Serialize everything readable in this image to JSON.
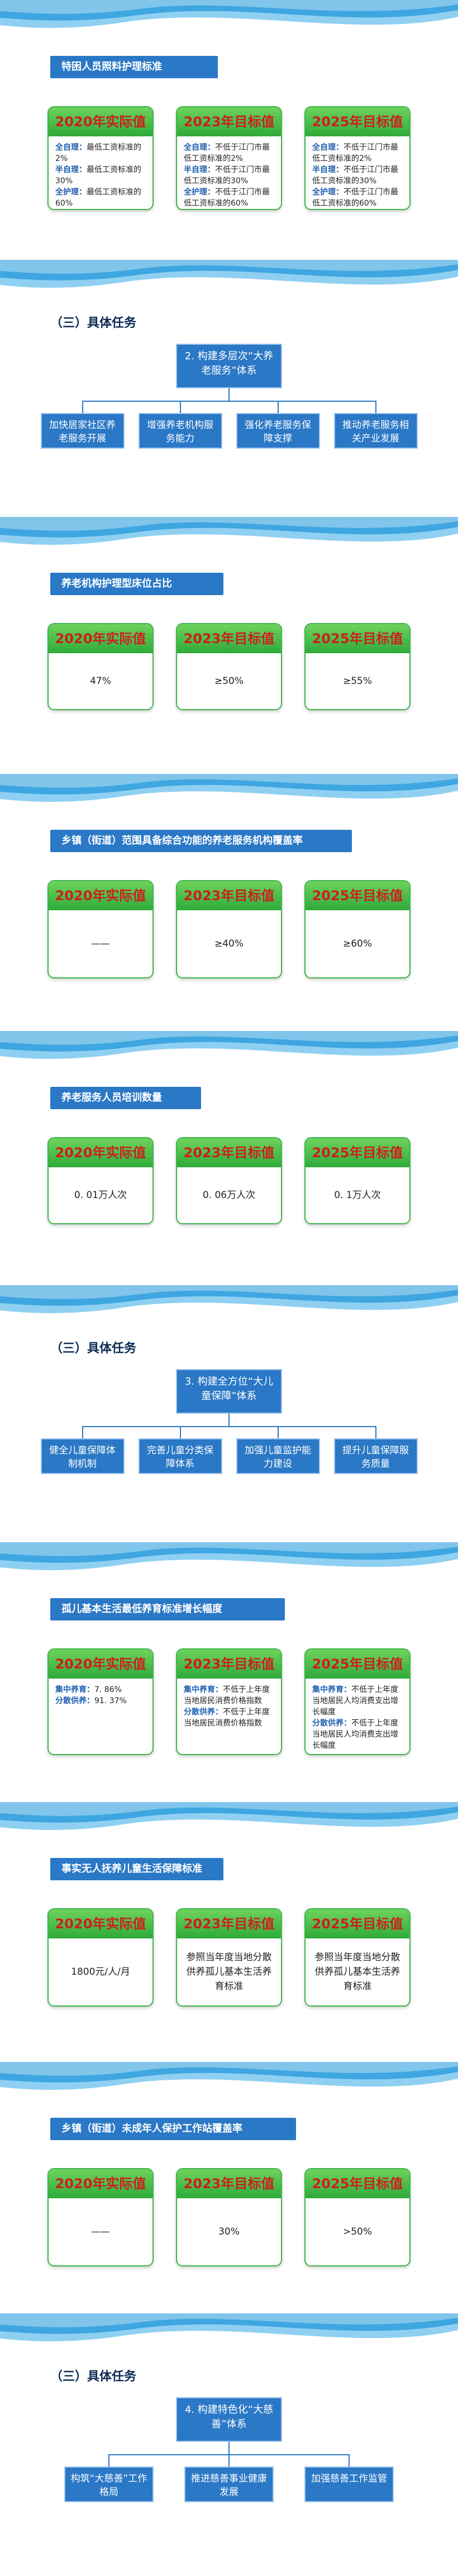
{
  "s1": {
    "title": "特困人员照料护理标准",
    "cards": [
      {
        "head": "2020年实际值",
        "rows": [
          {
            "k": "全自理：",
            "v": "最低工资标准的2%"
          },
          {
            "k": "半自理：",
            "v": "最低工资标准的30%"
          },
          {
            "k": "全护理：",
            "v": "最低工资标准的60%"
          }
        ]
      },
      {
        "head": "2023年目标值",
        "rows": [
          {
            "k": "全自理：",
            "v": "不低于江门市最低工资标准的2%"
          },
          {
            "k": "半自理：",
            "v": "不低于江门市最低工资标准的30%"
          },
          {
            "k": "全护理：",
            "v": "不低于江门市最低工资标准的60%"
          }
        ]
      },
      {
        "head": "2025年目标值",
        "rows": [
          {
            "k": "全自理：",
            "v": "不低于江门市最低工资标准的2%"
          },
          {
            "k": "半自理：",
            "v": "不低于江门市最低工资标准的30%"
          },
          {
            "k": "全护理：",
            "v": "不低于江门市最低工资标准的60%"
          }
        ]
      }
    ]
  },
  "t1": {
    "heading": "（三）具体任务",
    "root": "2. 构建多层次“大养老服务”体系",
    "nodes": [
      "加快居家社区养老服务开展",
      "增强养老机构服务能力",
      "强化养老服务保障支撑",
      "推动养老服务相关产业发展"
    ]
  },
  "s2": {
    "title": "养老机构护理型床位占比",
    "cards": [
      {
        "head": "2020年实际值",
        "value": "47%"
      },
      {
        "head": "2023年目标值",
        "value": "≥50%"
      },
      {
        "head": "2025年目标值",
        "value": "≥55%"
      }
    ]
  },
  "s3": {
    "title": "乡镇（街道）范围具备综合功能的养老服务机构覆盖率",
    "cards": [
      {
        "head": "2020年实际值",
        "value": "——"
      },
      {
        "head": "2023年目标值",
        "value": "≥40%"
      },
      {
        "head": "2025年目标值",
        "value": "≥60%"
      }
    ]
  },
  "s4": {
    "title": "养老服务人员培训数量",
    "cards": [
      {
        "head": "2020年实际值",
        "value": "0. 01万人次"
      },
      {
        "head": "2023年目标值",
        "value": "0. 06万人次"
      },
      {
        "head": "2025年目标值",
        "value": "0. 1万人次"
      }
    ]
  },
  "t2": {
    "heading": "（三）具体任务",
    "root": "3. 构建全方位“大儿童保障”体系",
    "nodes": [
      "健全儿童保障体制机制",
      "完善儿童分类保障体系",
      "加强儿童监护能力建设",
      "提升儿童保障服务质量"
    ]
  },
  "s5": {
    "title": "孤儿基本生活最低养育标准增长幅度",
    "cards": [
      {
        "head": "2020年实际值",
        "rows": [
          {
            "k": "集中养育：",
            "v": "7. 86%"
          },
          {
            "k": "分散供养：",
            "v": "91. 37%"
          }
        ]
      },
      {
        "head": "2023年目标值",
        "rows": [
          {
            "k": "集中养育：",
            "v": "不低于上年度当地居民消费价格指数"
          },
          {
            "k": "分散供养：",
            "v": "不低于上年度当地居民消费价格指数"
          }
        ]
      },
      {
        "head": "2025年目标值",
        "rows": [
          {
            "k": "集中养育：",
            "v": "不低于上年度当地居民人均消费支出增长幅度"
          },
          {
            "k": "分散供养：",
            "v": "不低于上年度当地居民人均消费支出增长幅度"
          }
        ]
      }
    ]
  },
  "s6": {
    "title": "事实无人抚养儿童生活保障标准",
    "cards": [
      {
        "head": "2020年实际值",
        "value": "1800元/人/月"
      },
      {
        "head": "2023年目标值",
        "value": "参照当年度当地分散供养孤儿基本生活养育标准"
      },
      {
        "head": "2025年目标值",
        "value": "参照当年度当地分散供养孤儿基本生活养育标准"
      }
    ]
  },
  "s7": {
    "title": "乡镇（街道）未成年人保护工作站覆盖率",
    "cards": [
      {
        "head": "2020年实际值",
        "value": "——"
      },
      {
        "head": "2023年目标值",
        "value": "30%"
      },
      {
        "head": "2025年目标值",
        "value": ">50%"
      }
    ]
  },
  "t3": {
    "heading": "（三）具体任务",
    "root": "4. 构建特色化“大慈善”体系",
    "nodes": [
      "构筑“大慈善”工作格局",
      "推进慈善事业健康发展",
      "加强慈善工作监管"
    ]
  },
  "colors": {
    "accent": "#2a78c6",
    "green": "#3bb54a",
    "red": "#cc1f1f",
    "wave": "#5bb4ea"
  }
}
